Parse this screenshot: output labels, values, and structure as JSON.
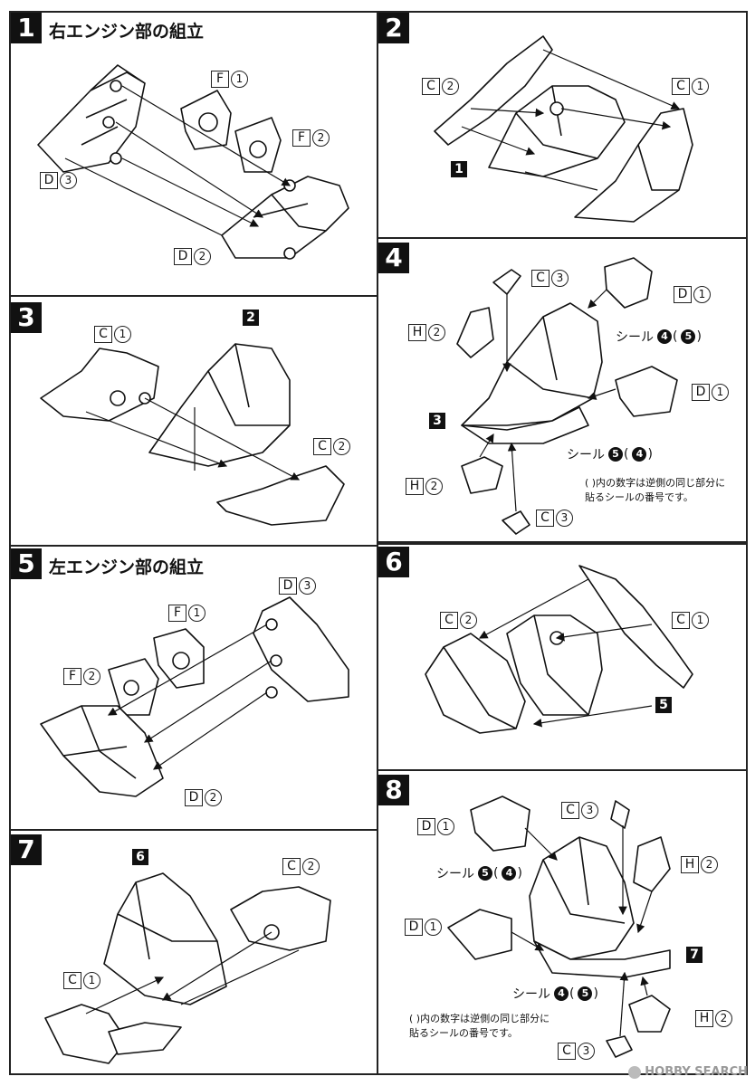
{
  "steps": [
    {
      "num": "1",
      "title": "右エンジン部の組立"
    },
    {
      "num": "2",
      "title": ""
    },
    {
      "num": "3",
      "title": ""
    },
    {
      "num": "4",
      "title": ""
    },
    {
      "num": "5",
      "title": "左エンジン部の組立"
    },
    {
      "num": "6",
      "title": ""
    },
    {
      "num": "7",
      "title": ""
    },
    {
      "num": "8",
      "title": ""
    }
  ],
  "parts": {
    "F": "F",
    "D": "D",
    "C": "C",
    "H": "H",
    "n1": "1",
    "n2": "2",
    "n3": "3"
  },
  "refs": {
    "r1": "1",
    "r2": "2",
    "r3": "3",
    "r5": "5",
    "r6": "6",
    "r7": "7"
  },
  "seals": {
    "label": "シール",
    "a_main": "4",
    "a_alt": "5",
    "b_main": "5",
    "b_alt": "4"
  },
  "note": {
    "line1": "( )内の数字は逆側の同じ部分に",
    "line2": "貼るシールの番号です。"
  },
  "watermark": "HOBBY SEARCH"
}
